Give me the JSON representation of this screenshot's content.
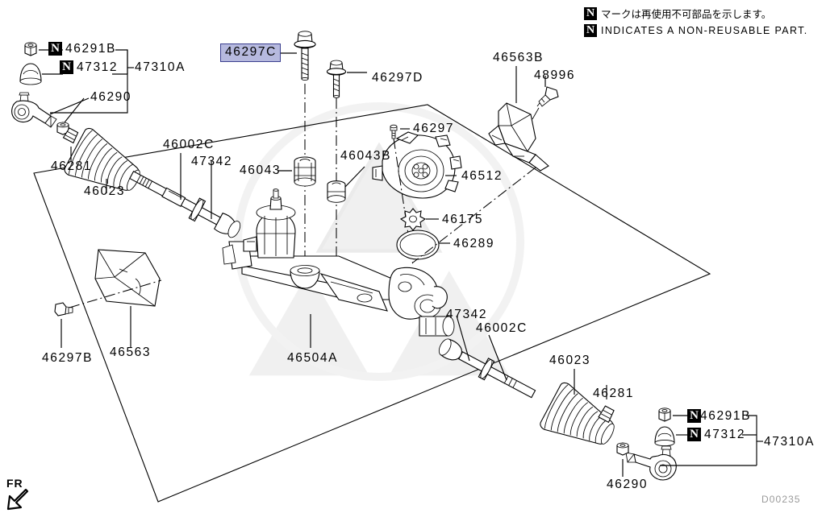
{
  "document": {
    "drawing_number": "D00235",
    "orientation_mark": "FR"
  },
  "notes": {
    "japanese": "マークは再使用不可部品を示します。",
    "english": "INDICATES A NON-REUSABLE PART.",
    "badge": "N"
  },
  "highlight": {
    "part_number": "46297C",
    "fill_color": "#b6b9de",
    "border_color": "#3b3f8f"
  },
  "labels": {
    "top_left_group": {
      "nut": "46291B",
      "boot": "47312",
      "assembly": "47310A",
      "clip": "46290"
    },
    "bottom_right_group": {
      "nut": "46291B",
      "boot": "47312",
      "assembly": "47310A",
      "clip": "46290"
    },
    "left_side": {
      "clamp": "46281",
      "bellows": "46023",
      "inner_joint": "46002C",
      "washer": "47342"
    },
    "right_side": {
      "bellows": "46023",
      "clamp": "46281",
      "inner_joint": "46002C",
      "washer": "47342"
    },
    "center": {
      "bolt_highlighted": "46297C",
      "bolt": "46297D",
      "bolt_small": "46297",
      "bushing": "46043",
      "bushing_b": "46043B",
      "rack_housing": "46504A"
    },
    "right_cluster": {
      "bracket": "46563B",
      "sensor": "48996",
      "motor": "46512",
      "gear": "46175",
      "oring": "46289"
    },
    "lower_left": {
      "bolt": "46297B",
      "shield": "46563"
    }
  },
  "parts_list": [
    {
      "number": "46291B",
      "non_reusable": true
    },
    {
      "number": "47312",
      "non_reusable": true
    },
    {
      "number": "47310A",
      "non_reusable": false
    },
    {
      "number": "46290",
      "non_reusable": false
    },
    {
      "number": "46281",
      "non_reusable": false
    },
    {
      "number": "46023",
      "non_reusable": false
    },
    {
      "number": "46002C",
      "non_reusable": false
    },
    {
      "number": "47342",
      "non_reusable": false
    },
    {
      "number": "46297C",
      "non_reusable": false
    },
    {
      "number": "46297D",
      "non_reusable": false
    },
    {
      "number": "46297",
      "non_reusable": false
    },
    {
      "number": "46297B",
      "non_reusable": false
    },
    {
      "number": "46043",
      "non_reusable": false
    },
    {
      "number": "46043B",
      "non_reusable": false
    },
    {
      "number": "46504A",
      "non_reusable": false
    },
    {
      "number": "46563",
      "non_reusable": false
    },
    {
      "number": "46563B",
      "non_reusable": false
    },
    {
      "number": "48996",
      "non_reusable": false
    },
    {
      "number": "46512",
      "non_reusable": false
    },
    {
      "number": "46175",
      "non_reusable": false
    },
    {
      "number": "46289",
      "non_reusable": false
    }
  ]
}
